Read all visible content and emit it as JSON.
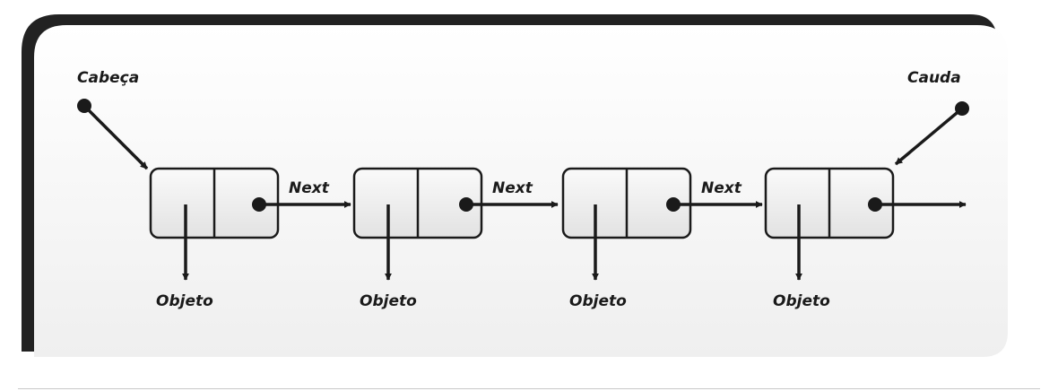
{
  "labels": {
    "head": "Cabeça",
    "tail": "Cauda",
    "next": "Next",
    "object": "Objeto"
  },
  "node_count": 4,
  "colors": {
    "frame_dark": "#222222",
    "panel_light": "#f7f7f7",
    "node_fill": "#ececec",
    "ink": "#1a1a1a"
  }
}
